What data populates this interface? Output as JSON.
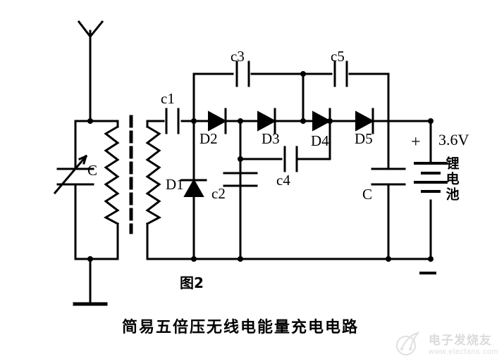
{
  "figure": {
    "number_label": "图2",
    "caption": "简易五倍压无线电能量充电电路",
    "background_color": "#ffffff",
    "line_color": "#000000"
  },
  "components": {
    "antenna": {
      "name": "antenna",
      "label": ""
    },
    "tuning_cap": {
      "label": "C",
      "type": "variable-capacitor"
    },
    "transformer": {
      "primary": "coil-primary",
      "secondary": "coil-secondary",
      "core": "dashed-core"
    },
    "c1": {
      "label": "c1",
      "type": "capacitor"
    },
    "c2": {
      "label": "c2",
      "type": "capacitor"
    },
    "c3": {
      "label": "c3",
      "type": "capacitor"
    },
    "c4": {
      "label": "c4",
      "type": "capacitor"
    },
    "c5": {
      "label": "c5",
      "type": "capacitor"
    },
    "c_out": {
      "label": "C",
      "type": "capacitor"
    },
    "d1": {
      "label": "D1",
      "type": "diode"
    },
    "d2": {
      "label": "D2",
      "type": "diode"
    },
    "d3": {
      "label": "D3",
      "type": "diode"
    },
    "d4": {
      "label": "D4",
      "type": "diode"
    },
    "d5": {
      "label": "D5",
      "type": "diode"
    },
    "battery": {
      "voltage": "3.6V",
      "name_cn": "锂电池",
      "plus_sign": "+",
      "minus_sign": "一"
    },
    "ground": {
      "name": "earth-ground"
    }
  },
  "watermark": {
    "text_cn": "电子发烧友",
    "url": "www.elecfans.com"
  }
}
